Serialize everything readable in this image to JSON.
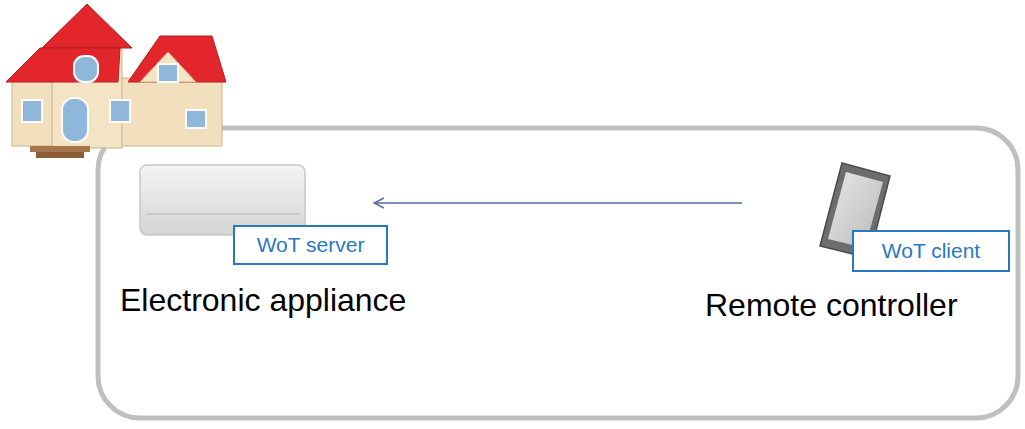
{
  "diagram": {
    "nodes": [
      {
        "text": [
          "Electronic appliance"
        ]
      },
      {
        "text": [
          "WoT server"
        ],
        "in": 0
      },
      {
        "text": [
          "Remote controller"
        ]
      },
      {
        "text": [
          "WoT client"
        ],
        "in": 2
      }
    ],
    "edges": [
      {
        "from": 2,
        "to": 0,
        "arrow": "to"
      }
    ]
  }
}
